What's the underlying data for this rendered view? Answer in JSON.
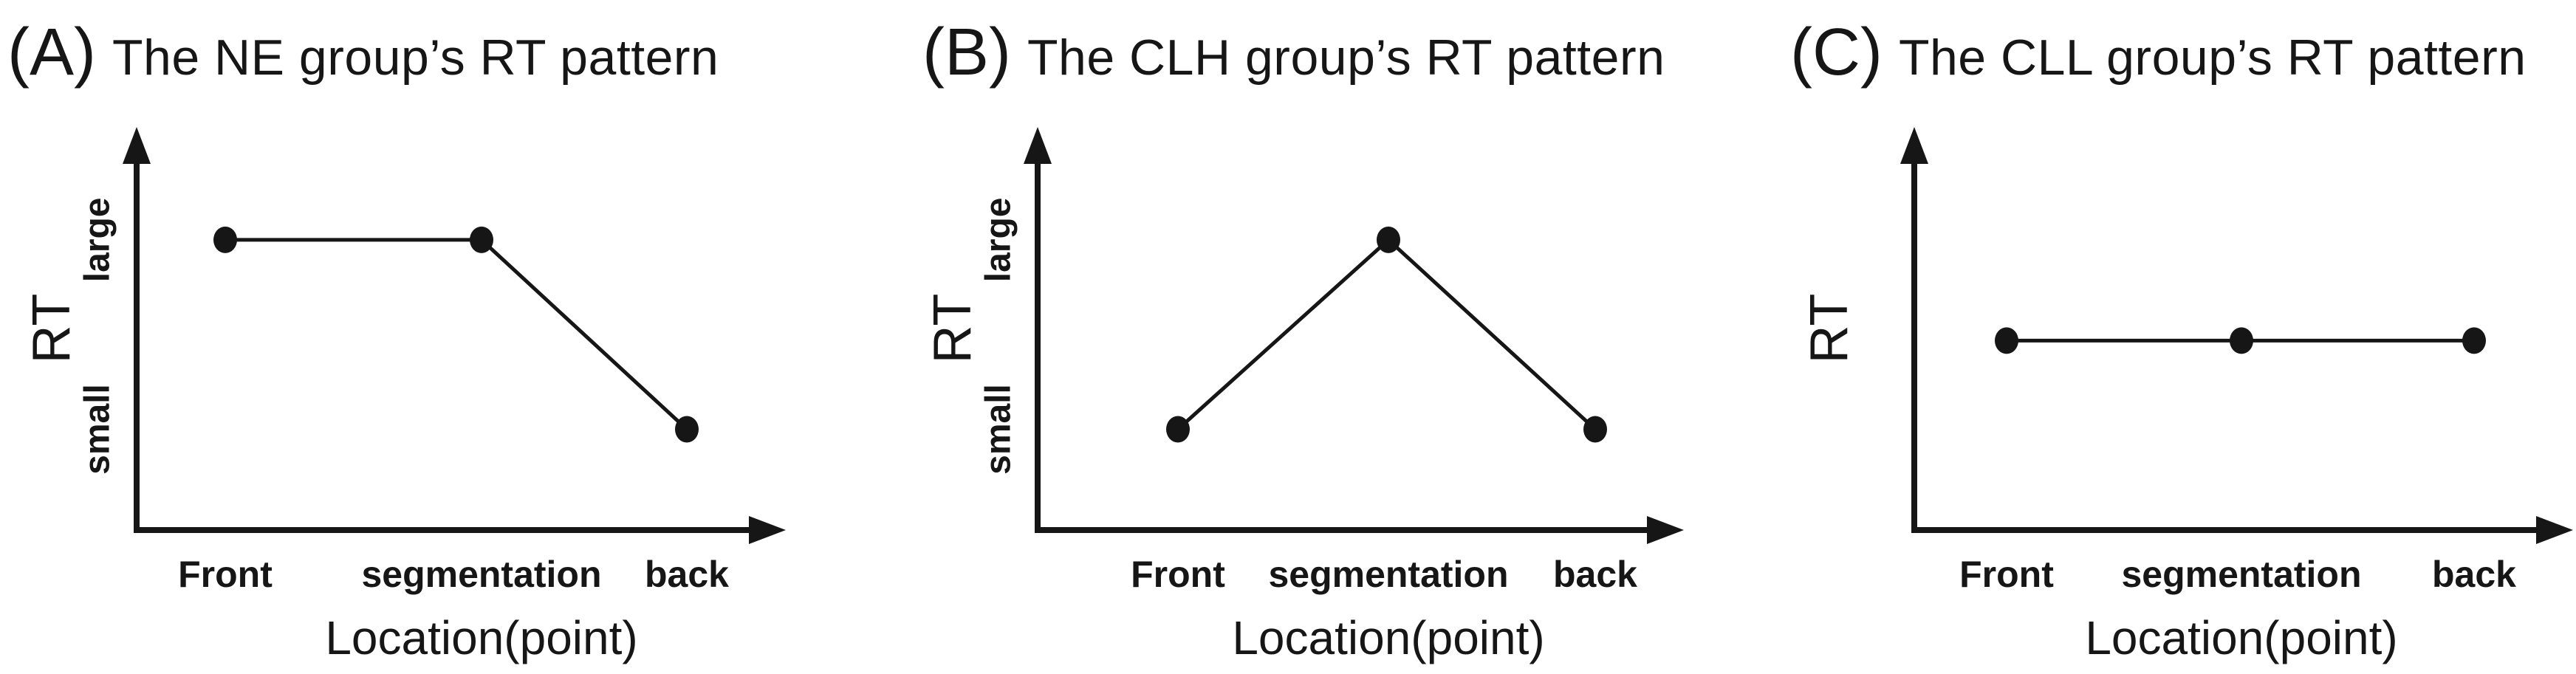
{
  "figure": {
    "background_color": "#ffffff",
    "ink_color": "#161616"
  },
  "chart_data": [
    {
      "id": "A",
      "panel_label": "(A)",
      "title": "The NE group’s RT pattern",
      "type": "line",
      "categories": [
        "Front",
        "segmentation",
        "back"
      ],
      "xlabel": "Location(point)",
      "ylabel": "RT",
      "y_tick_labels": [
        {
          "label": "large",
          "position": 0.72
        },
        {
          "label": "small",
          "position": 0.25
        }
      ],
      "series": [
        {
          "name": "RT",
          "values_qualitative": [
            "large",
            "large",
            "small"
          ],
          "values_relative": [
            0.72,
            0.72,
            0.25
          ]
        }
      ],
      "marker": "filled-circle",
      "grid": false,
      "axis_arrows": true,
      "legend": "none",
      "ylim": [
        0,
        1
      ]
    },
    {
      "id": "B",
      "panel_label": "(B)",
      "title": "The CLH group’s RT pattern",
      "type": "line",
      "categories": [
        "Front",
        "segmentation",
        "back"
      ],
      "xlabel": "Location(point)",
      "ylabel": "RT",
      "y_tick_labels": [
        {
          "label": "large",
          "position": 0.72
        },
        {
          "label": "small",
          "position": 0.25
        }
      ],
      "series": [
        {
          "name": "RT",
          "values_qualitative": [
            "small",
            "large",
            "small"
          ],
          "values_relative": [
            0.25,
            0.72,
            0.25
          ]
        }
      ],
      "marker": "filled-circle",
      "grid": false,
      "axis_arrows": true,
      "legend": "none",
      "ylim": [
        0,
        1
      ]
    },
    {
      "id": "C",
      "panel_label": "(C)",
      "title": "The CLL group’s RT pattern",
      "type": "line",
      "categories": [
        "Front",
        "segmentation",
        "back"
      ],
      "xlabel": "Location(point)",
      "ylabel": "RT",
      "y_tick_labels": [],
      "series": [
        {
          "name": "RT",
          "values_qualitative": [
            "medium",
            "medium",
            "medium"
          ],
          "values_relative": [
            0.47,
            0.47,
            0.47
          ]
        }
      ],
      "marker": "filled-circle",
      "grid": false,
      "axis_arrows": true,
      "legend": "none",
      "ylim": [
        0,
        1
      ]
    }
  ]
}
